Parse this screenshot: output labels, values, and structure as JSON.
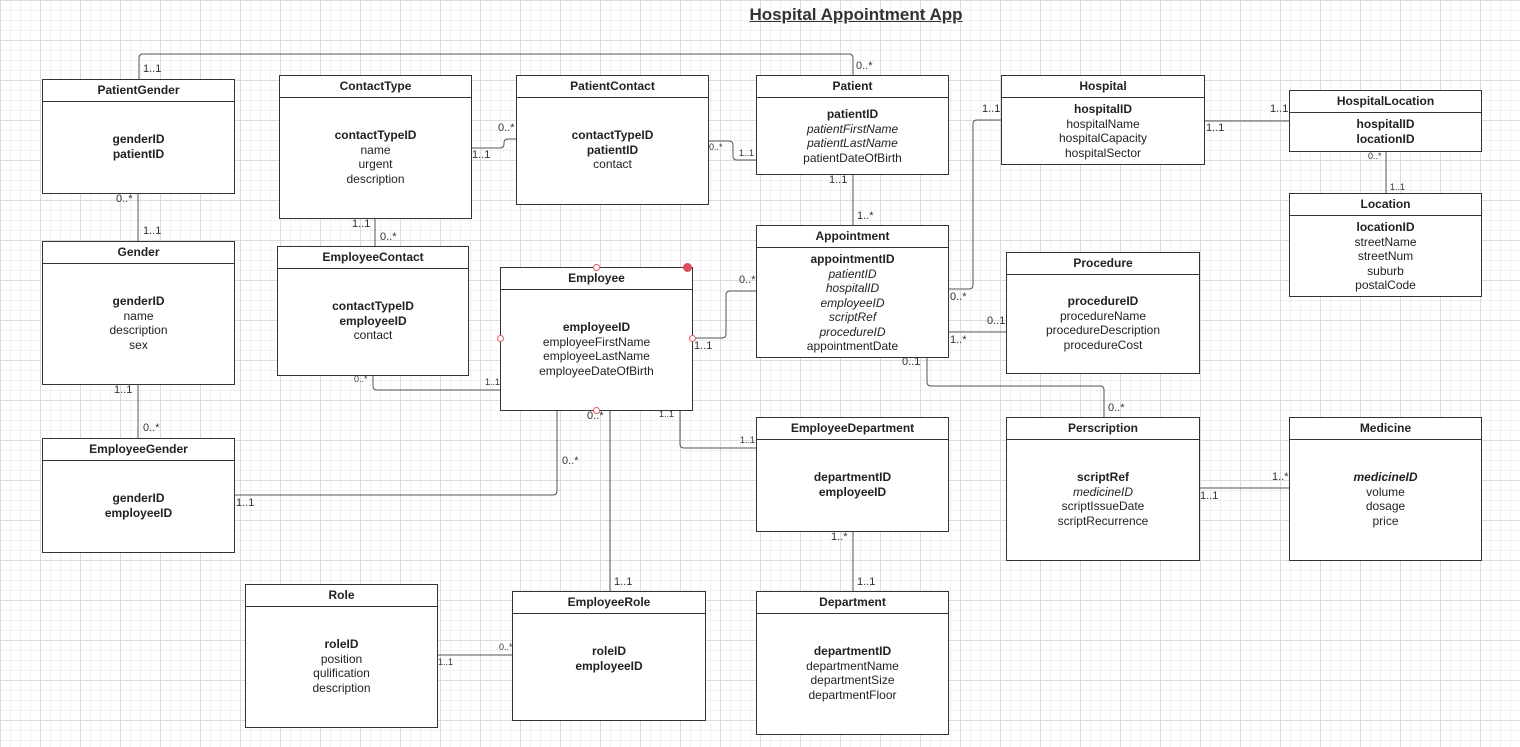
{
  "title": "Hospital Appointment App",
  "entities": {
    "patient_gender": {
      "name": "PatientGender",
      "attrs": [
        {
          "text": "genderID",
          "style": "key"
        },
        {
          "text": "patientID",
          "style": "key"
        }
      ]
    },
    "gender": {
      "name": "Gender",
      "attrs": [
        {
          "text": "genderID",
          "style": "key"
        },
        {
          "text": "name",
          "style": "plain"
        },
        {
          "text": "description",
          "style": "plain"
        },
        {
          "text": "sex",
          "style": "plain"
        }
      ]
    },
    "employee_gender": {
      "name": "EmployeeGender",
      "attrs": [
        {
          "text": "genderID",
          "style": "key"
        },
        {
          "text": "employeeID",
          "style": "key"
        }
      ]
    },
    "contact_type": {
      "name": "ContactType",
      "attrs": [
        {
          "text": "contactTypeID",
          "style": "key"
        },
        {
          "text": "name",
          "style": "plain"
        },
        {
          "text": "urgent",
          "style": "plain"
        },
        {
          "text": "description",
          "style": "plain"
        }
      ]
    },
    "employee_contact": {
      "name": "EmployeeContact",
      "attrs": [
        {
          "text": "contactTypeID",
          "style": "key"
        },
        {
          "text": "employeeID",
          "style": "key"
        },
        {
          "text": "contact",
          "style": "plain"
        }
      ]
    },
    "patient_contact": {
      "name": "PatientContact",
      "attrs": [
        {
          "text": "contactTypeID",
          "style": "key"
        },
        {
          "text": "patientID",
          "style": "key"
        },
        {
          "text": "contact",
          "style": "plain"
        }
      ]
    },
    "employee": {
      "name": "Employee",
      "attrs": [
        {
          "text": "employeeID",
          "style": "key"
        },
        {
          "text": "employeeFirstName",
          "style": "plain"
        },
        {
          "text": "employeeLastName",
          "style": "plain"
        },
        {
          "text": "employeeDateOfBirth",
          "style": "plain"
        }
      ]
    },
    "patient": {
      "name": "Patient",
      "attrs": [
        {
          "text": "patientID",
          "style": "key"
        },
        {
          "text": "patientFirstName",
          "style": "fk"
        },
        {
          "text": "patientLastName",
          "style": "fk"
        },
        {
          "text": "patientDateOfBirth",
          "style": "plain"
        }
      ]
    },
    "appointment": {
      "name": "Appointment",
      "attrs": [
        {
          "text": "appointmentID",
          "style": "key"
        },
        {
          "text": "patientID",
          "style": "fk"
        },
        {
          "text": "hospitalID",
          "style": "fk"
        },
        {
          "text": "employeeID",
          "style": "fk"
        },
        {
          "text": "scriptRef",
          "style": "fk"
        },
        {
          "text": "procedureID",
          "style": "fk"
        },
        {
          "text": "appointmentDate",
          "style": "plain"
        }
      ]
    },
    "hospital": {
      "name": "Hospital",
      "attrs": [
        {
          "text": "hospitalID",
          "style": "key"
        },
        {
          "text": "hospitalName",
          "style": "plain"
        },
        {
          "text": "hospitalCapacity",
          "style": "plain"
        },
        {
          "text": "hospitalSector",
          "style": "plain"
        }
      ]
    },
    "hospital_location": {
      "name": "HospitalLocation",
      "attrs": [
        {
          "text": "hospitalID",
          "style": "key"
        },
        {
          "text": "locationID",
          "style": "key"
        }
      ]
    },
    "location": {
      "name": "Location",
      "attrs": [
        {
          "text": "locationID",
          "style": "key"
        },
        {
          "text": "streetName",
          "style": "plain"
        },
        {
          "text": "streetNum",
          "style": "plain"
        },
        {
          "text": "suburb",
          "style": "plain"
        },
        {
          "text": "postalCode",
          "style": "plain"
        }
      ]
    },
    "procedure": {
      "name": "Procedure",
      "attrs": [
        {
          "text": "procedureID",
          "style": "key"
        },
        {
          "text": "procedureName",
          "style": "plain"
        },
        {
          "text": "procedureDescription",
          "style": "plain"
        },
        {
          "text": "procedureCost",
          "style": "plain"
        }
      ]
    },
    "perscription": {
      "name": "Perscription",
      "attrs": [
        {
          "text": "scriptRef",
          "style": "key"
        },
        {
          "text": "medicineID",
          "style": "fk"
        },
        {
          "text": "scriptIssueDate",
          "style": "plain"
        },
        {
          "text": "scriptRecurrence",
          "style": "plain"
        }
      ]
    },
    "medicine": {
      "name": "Medicine",
      "attrs": [
        {
          "text": "medicineID",
          "style": "key fk"
        },
        {
          "text": "volume",
          "style": "plain"
        },
        {
          "text": "dosage",
          "style": "plain"
        },
        {
          "text": "price",
          "style": "plain"
        }
      ]
    },
    "employee_department": {
      "name": "EmployeeDepartment",
      "attrs": [
        {
          "text": "departmentID",
          "style": "key"
        },
        {
          "text": "employeeID",
          "style": "key"
        }
      ]
    },
    "department": {
      "name": "Department",
      "attrs": [
        {
          "text": "departmentID",
          "style": "key"
        },
        {
          "text": "departmentName",
          "style": "plain"
        },
        {
          "text": "departmentSize",
          "style": "plain"
        },
        {
          "text": "departmentFloor",
          "style": "plain"
        }
      ]
    },
    "role": {
      "name": "Role",
      "attrs": [
        {
          "text": "roleID",
          "style": "key"
        },
        {
          "text": "position",
          "style": "plain"
        },
        {
          "text": "qulification",
          "style": "plain"
        },
        {
          "text": "description",
          "style": "plain"
        }
      ]
    },
    "employee_role": {
      "name": "EmployeeRole",
      "attrs": [
        {
          "text": "roleID",
          "style": "key"
        },
        {
          "text": "employeeID",
          "style": "key"
        }
      ]
    }
  },
  "cardinalities": {
    "pg_top": "1..1",
    "patient_top": "0..*",
    "pg_bottom": "0..*",
    "gender_top": "1..1",
    "gender_bottom": "1..1",
    "eg_top": "0..*",
    "ct_right": "1..1",
    "pc_left": "0..*",
    "ct_bottom": "1..1",
    "ec_top": "0..*",
    "pc_right": "0..*",
    "patient_left": "1..1",
    "patient_bottom": "1..1",
    "appt_top": "1..*",
    "hospital_left": "1..1",
    "appt_right_hosp": "0..*",
    "hospital_right": "1..1",
    "hl_left": "1..1",
    "hl_bottom": "0..*",
    "location_top": "1..1",
    "appt_left": "0..*",
    "employee_right": "1..1",
    "appt_right_proc": "1..*",
    "procedure_left": "0..1",
    "appt_bottom": "0..1",
    "perscription_top": "0..*",
    "perscription_right": "1..1",
    "medicine_left": "1..*",
    "ec_bottom": "0..*",
    "employee_left_ec": "1..1",
    "employee_bottom_eg": "0..*",
    "eg_right": "1..1",
    "employee_bottom": "0..*",
    "er_top": "1..1",
    "employee_bottom_ed": "1..1",
    "ed_left": "1..1",
    "ed_bottom": "1..*",
    "department_top": "1..1",
    "role_right": "1..1",
    "er_left": "0..*"
  }
}
